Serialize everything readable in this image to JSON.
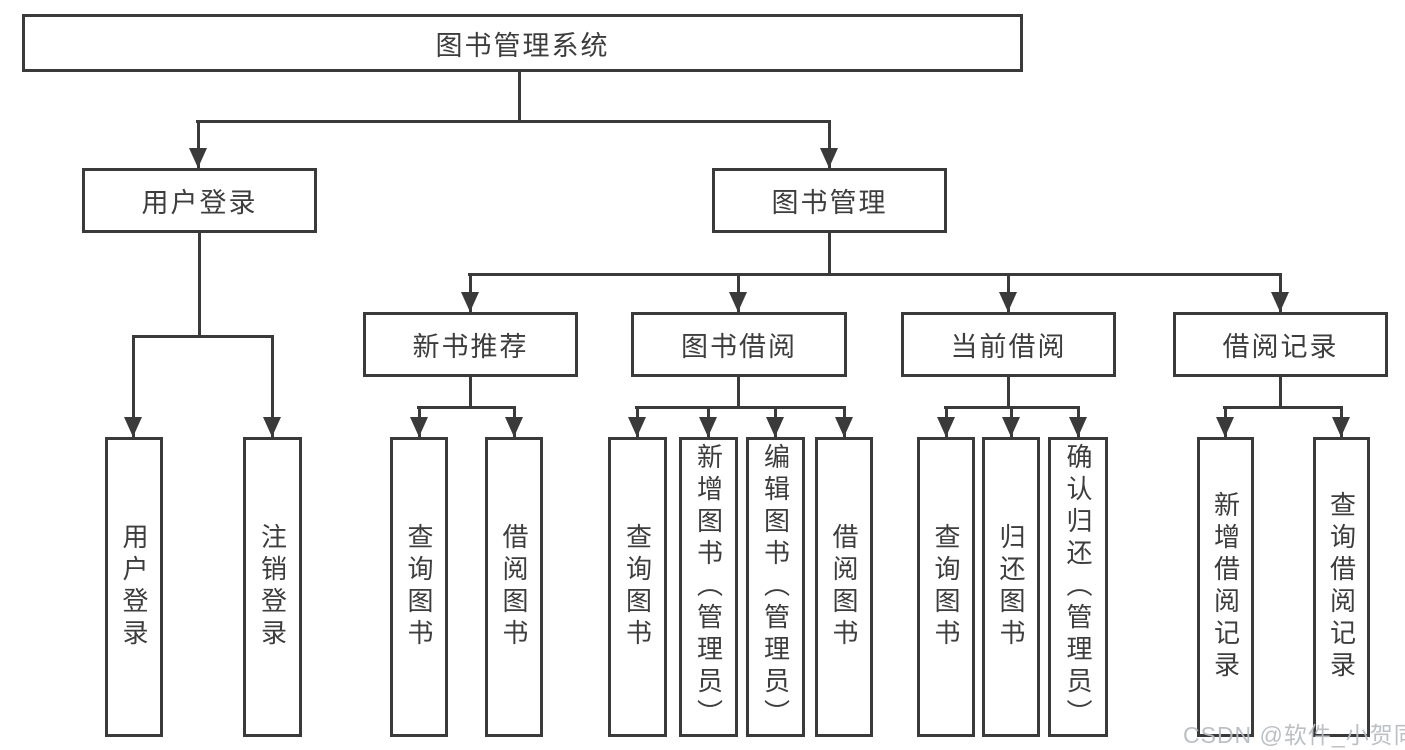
{
  "nodes": {
    "root": "图书管理系统",
    "user_login": "用户登录",
    "book_management": "图书管理",
    "new_book_recommend": "新书推荐",
    "book_borrow": "图书借阅",
    "current_borrow": "当前借阅",
    "borrow_records": "借阅记录"
  },
  "leaves": {
    "login": [
      "用户登录",
      "注销登录"
    ],
    "recommend": [
      "查询图书",
      "借阅图书"
    ],
    "borrow": [
      "查询图书",
      "新增图书（管理员）",
      "编辑图书（管理员）",
      "借阅图书"
    ],
    "current": [
      "查询图书",
      "归还图书",
      "确认归还（管理员）"
    ],
    "records": [
      "新增借阅记录",
      "查询借阅记录"
    ]
  },
  "watermark": "CSDN @软件_小贺同学",
  "colors": {
    "line": "#3a3a3a",
    "text": "#3d3d3d",
    "watermark": "#b9bdc1",
    "background": "#ffffff"
  }
}
